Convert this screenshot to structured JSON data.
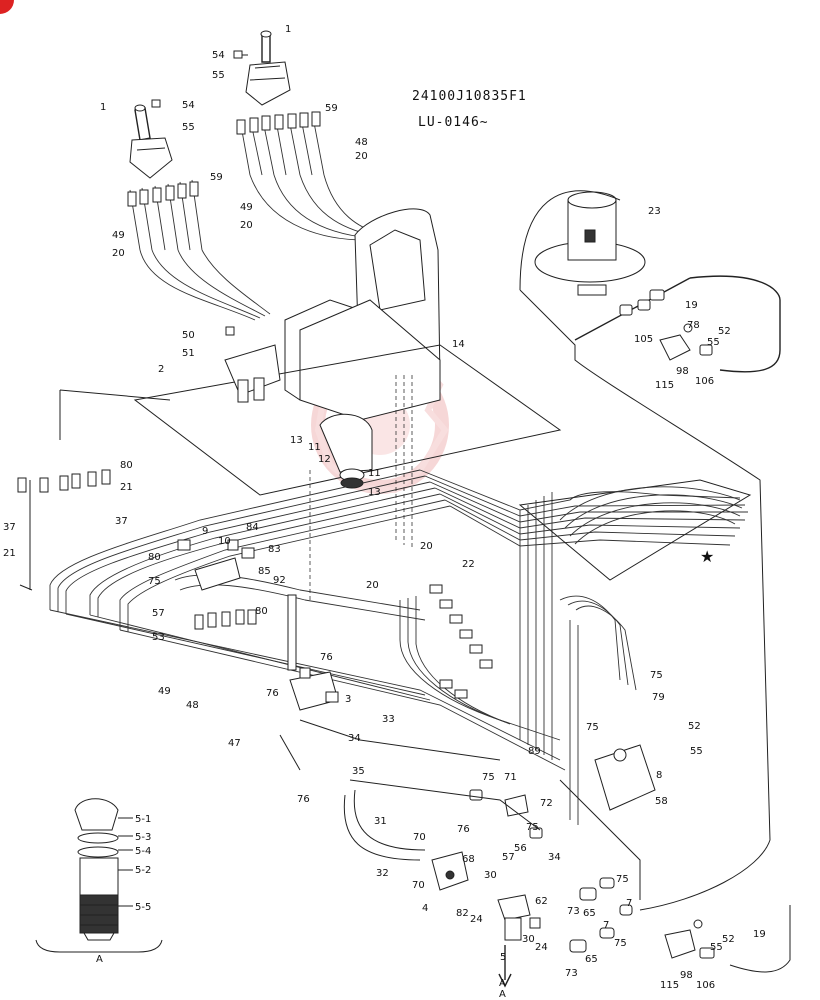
{
  "header": {
    "part_number": "24100J10835F1",
    "serial": "LU-0146~"
  },
  "detail": {
    "label": "A",
    "callouts": [
      "5-1",
      "5-3",
      "5-4",
      "5-2",
      "5-5"
    ]
  },
  "section_marks": {
    "a_mark": "A",
    "star": "★"
  },
  "callouts": [
    "1",
    "54",
    "55",
    "59",
    "48",
    "20",
    "1",
    "54",
    "55",
    "59",
    "49",
    "20",
    "49",
    "20",
    "23",
    "19",
    "78",
    "52",
    "55",
    "105",
    "115",
    "98",
    "106",
    "50",
    "51",
    "2",
    "14",
    "13",
    "11",
    "12",
    "11",
    "13",
    "80",
    "21",
    "37",
    "37",
    "21",
    "9",
    "10",
    "84",
    "83",
    "80",
    "75",
    "85",
    "92",
    "57",
    "53",
    "80",
    "49",
    "48",
    "20",
    "20",
    "22",
    "76",
    "3",
    "76",
    "33",
    "47",
    "34",
    "89",
    "76",
    "35",
    "75",
    "79",
    "75",
    "52",
    "55",
    "8",
    "58",
    "75",
    "71",
    "72",
    "76",
    "56",
    "75",
    "57",
    "34",
    "31",
    "32",
    "70",
    "68",
    "70",
    "4",
    "30",
    "82",
    "24",
    "30",
    "62",
    "65",
    "7",
    "75",
    "73",
    "65",
    "7",
    "75",
    "24",
    "73",
    "5",
    "A",
    "52",
    "55",
    "115",
    "98",
    "106",
    "19"
  ],
  "colors": {
    "line": "#222222",
    "watermark": "#f3c4c4",
    "background": "#ffffff"
  }
}
